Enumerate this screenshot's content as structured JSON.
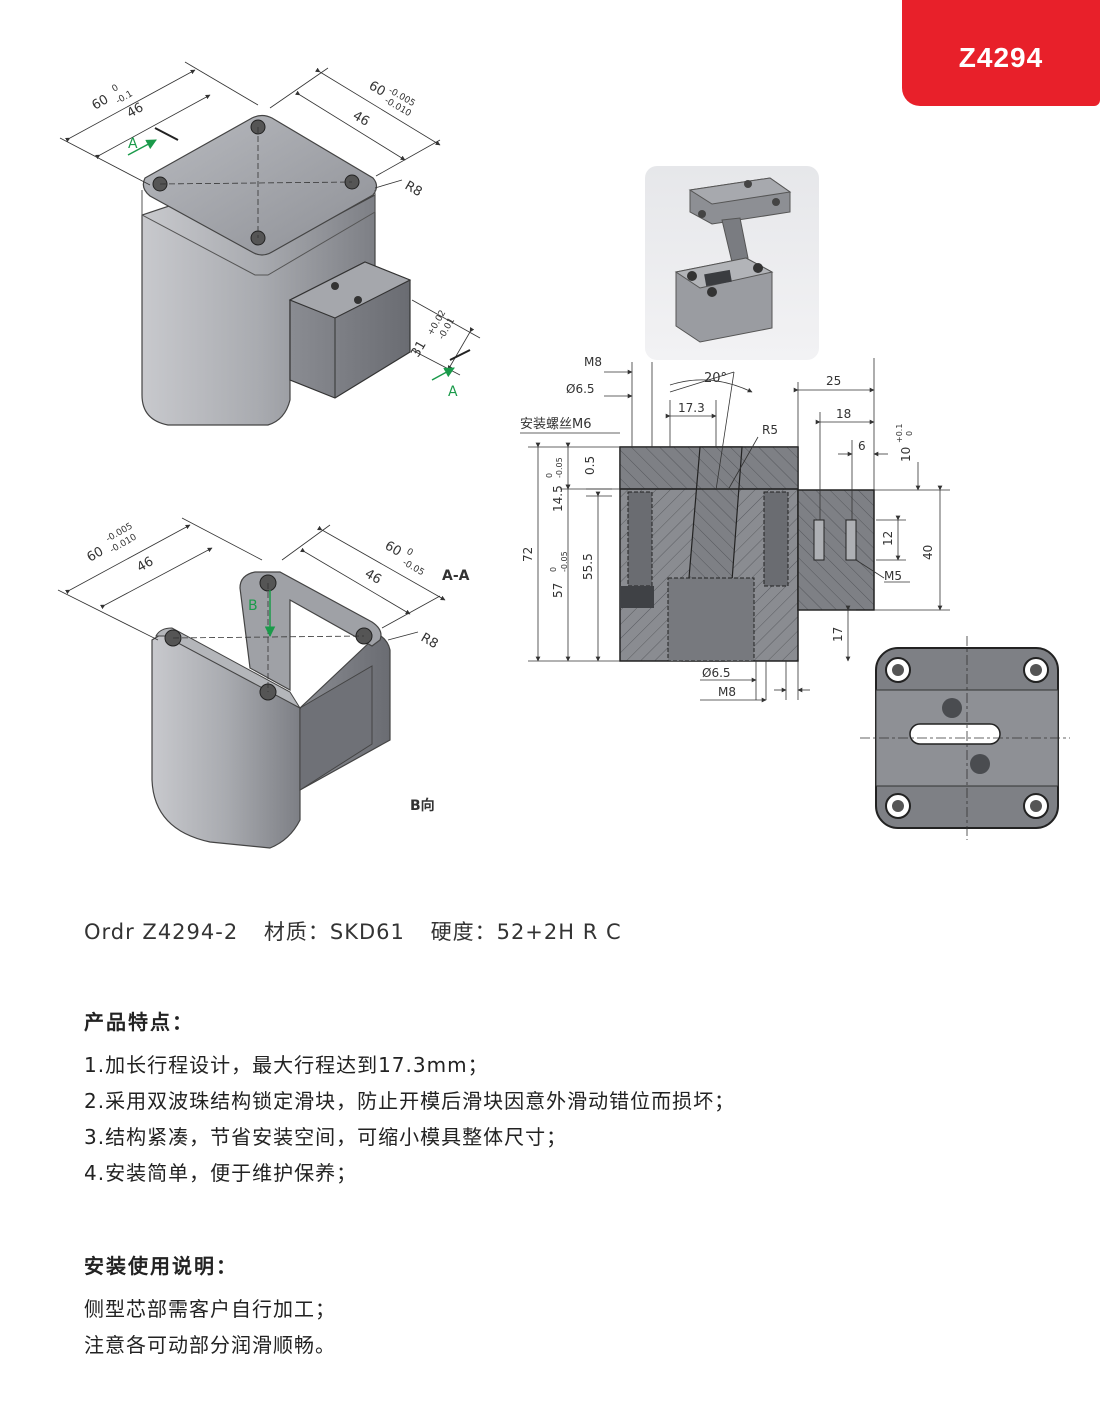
{
  "header": {
    "code": "Z4294"
  },
  "drawing": {
    "top_view_labels": {
      "dim_left_outer": "60",
      "dim_left_tol_upper": "0",
      "dim_left_tol_lower": "-0.1",
      "dim_left_inner": "46",
      "dim_right_outer": "60",
      "dim_right_tol_upper": "-0.005",
      "dim_right_tol_lower": "-0.010",
      "dim_right_inner": "46",
      "radius": "R8",
      "slide_dim": "31",
      "slide_tol_upper": "+0.02",
      "slide_tol_lower": "-0.01",
      "section_marker": "A"
    },
    "bottom_view_labels": {
      "dim_left_outer": "60",
      "dim_left_tol_upper": "-0.005",
      "dim_left_tol_lower": "-0.010",
      "dim_left_inner": "46",
      "dim_right_outer": "60",
      "dim_right_tol_upper": "0",
      "dim_right_tol_lower": "-0.05",
      "dim_right_inner": "46",
      "radius": "R8",
      "view_marker": "B",
      "view_caption": "B向"
    },
    "section_labels": {
      "title": "A-A",
      "m8_top": "M8",
      "d65_top": "Ø6.5",
      "install_screw": "安装螺丝M6",
      "angle": "20°",
      "stroke": "17.3",
      "r5": "R5",
      "dim_25": "25",
      "dim_18": "18",
      "dim_6": "6",
      "dim_10": "10",
      "dim_10_tol_upper": "+0.1",
      "dim_10_tol_lower": "0",
      "dim_05": "0.5",
      "dim_145": "14.5",
      "dim_145_tol_upper": "0",
      "dim_145_tol_lower": "-0.05",
      "dim_72": "72",
      "dim_57": "57",
      "dim_57_tol_upper": "0",
      "dim_57_tol_lower": "-0.05",
      "dim_555": "55.5",
      "dim_12": "12",
      "dim_40": "40",
      "m5": "M5",
      "dim_17": "17",
      "d65_bottom": "Ø6.5",
      "m8_bottom": "M8"
    }
  },
  "spec": {
    "order": "Ordr  Z4294-2",
    "material": "材质：SKD61",
    "hardness": "硬度：52+2H R C"
  },
  "features": {
    "title": "产品特点：",
    "items": [
      "1.加长行程设计，最大行程达到17.3mm；",
      "2.采用双波珠结构锁定滑块，防止开模后滑块因意外滑动错位而损坏；",
      "3.结构紧凑，节省安装空间，可缩小模具整体尺寸；",
      "4.安装简单，便于维护保养；"
    ]
  },
  "install": {
    "title": "安装使用说明：",
    "items": [
      "侧型芯部需客户自行加工；",
      "注意各可动部分润滑顺畅。"
    ]
  },
  "colors": {
    "tab": "#e8202a",
    "metal": "#9a9ca3",
    "arrow": "#1a9a4a"
  }
}
